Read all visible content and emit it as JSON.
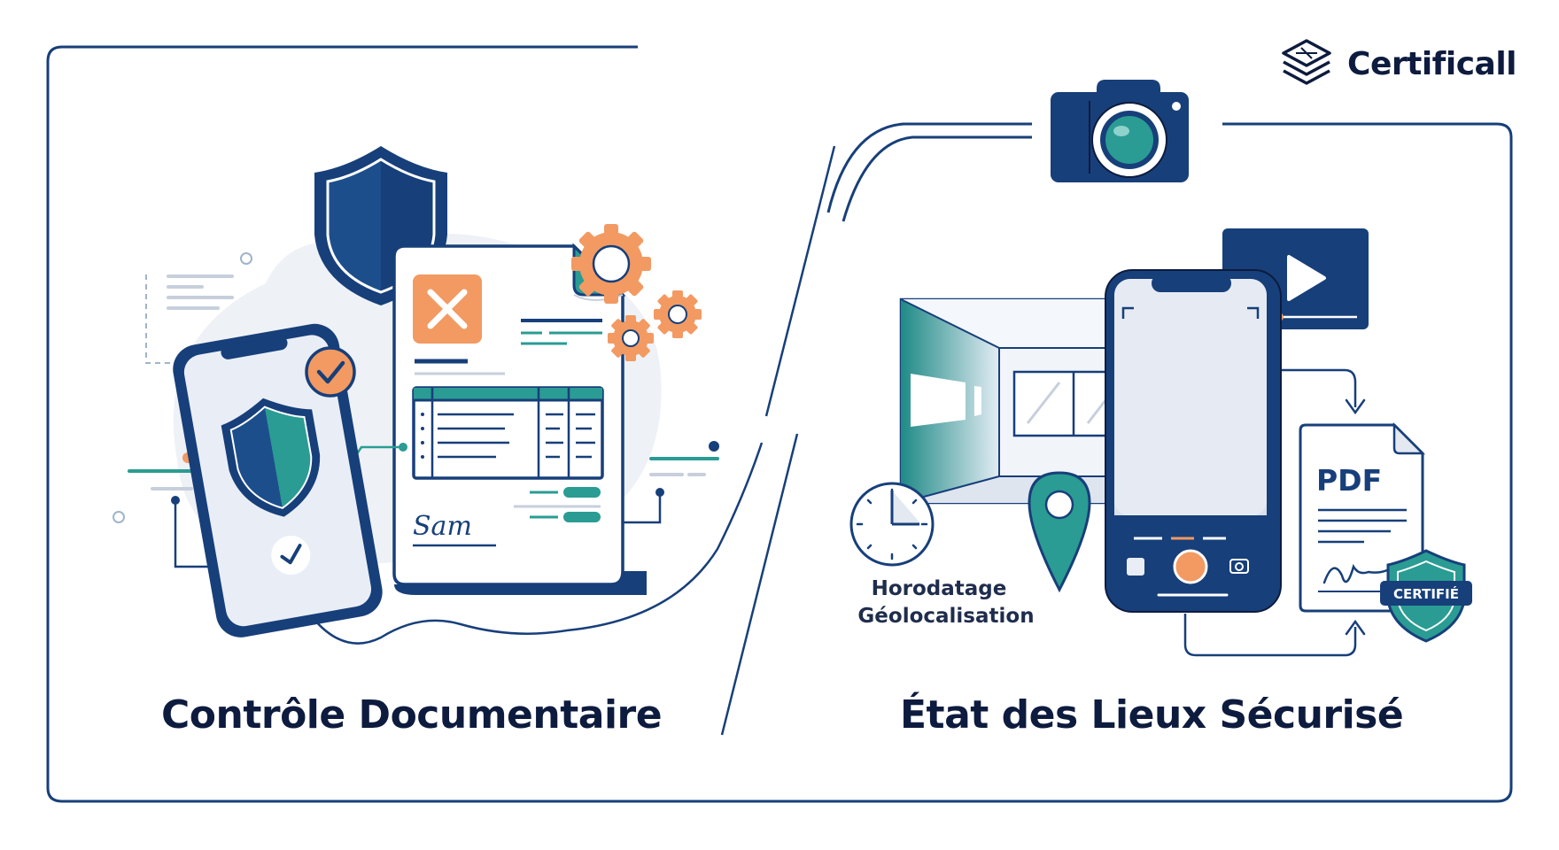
{
  "brand": {
    "name": "Certificall",
    "logo_icon": "stacked-layers-icon"
  },
  "left_panel": {
    "caption": "Contrôle Documentaire",
    "signature_text": "Sam"
  },
  "right_panel": {
    "caption": "État des Lieux Sécurisé",
    "timestamp_label": "Horodatage",
    "geolocation_label": "Géolocalisation",
    "pdf_label": "PDF",
    "certified_label": "CERTIFIÉ"
  },
  "colors": {
    "navy": "#173f7a",
    "dark_navy": "#0d1b3e",
    "teal": "#2a9c93",
    "orange": "#f29a62",
    "light_blue": "#e9eef6"
  }
}
